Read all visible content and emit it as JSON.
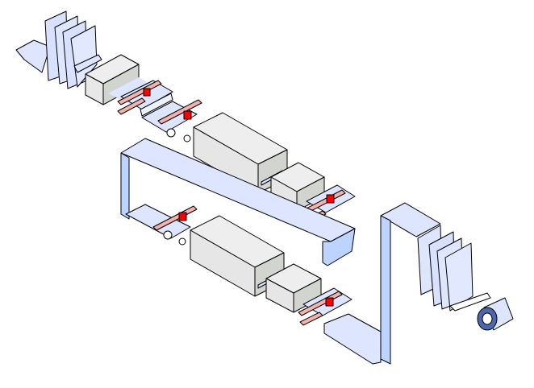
{
  "diagram": {
    "type": "isometric-process-line",
    "components": [
      {
        "id": "infeed-festoon",
        "kind": "festoon-accumulator"
      },
      {
        "id": "oven-1",
        "kind": "processing-chamber"
      },
      {
        "id": "guide-1",
        "kind": "web-guide"
      },
      {
        "id": "guide-2",
        "kind": "web-guide"
      },
      {
        "id": "oven-2",
        "kind": "processing-chamber"
      },
      {
        "id": "oven-3",
        "kind": "processing-chamber"
      },
      {
        "id": "guide-3",
        "kind": "web-guide"
      },
      {
        "id": "return-loop",
        "kind": "web-loop"
      },
      {
        "id": "guide-4",
        "kind": "web-guide"
      },
      {
        "id": "oven-4",
        "kind": "processing-chamber"
      },
      {
        "id": "oven-5",
        "kind": "processing-chamber"
      },
      {
        "id": "guide-5",
        "kind": "web-guide"
      },
      {
        "id": "tower",
        "kind": "vertical-web-path"
      },
      {
        "id": "outfeed-festoon",
        "kind": "festoon-accumulator"
      },
      {
        "id": "rewind-roll",
        "kind": "winder-roll"
      }
    ]
  },
  "colors": {
    "web": "#dde5ff",
    "web_side": "#bcd4ff",
    "box_top": "#eeeeee",
    "box_front": "#e6e6e6",
    "box_side": "#d2d4d0",
    "guide_bar": "#f4b2ac",
    "actuator": "#ff0000",
    "roll_core": "#4a67b0"
  }
}
